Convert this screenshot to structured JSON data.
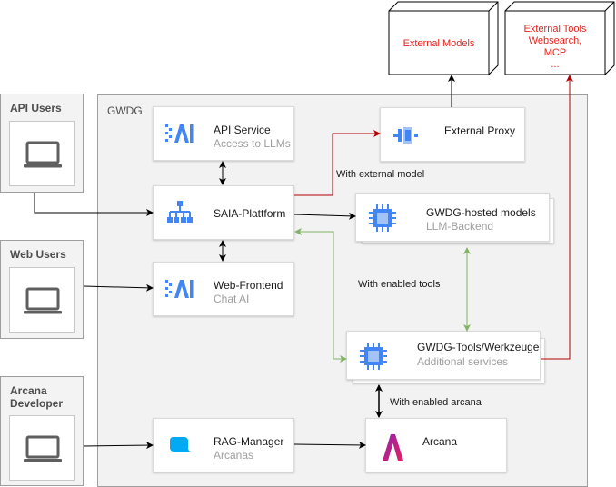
{
  "actors": {
    "api": {
      "label": "API Users"
    },
    "web": {
      "label": "Web Users"
    },
    "arcana": {
      "label": "Arcana Developer"
    }
  },
  "region": {
    "label": "GWDG"
  },
  "external": {
    "models": {
      "label": "External Models"
    },
    "tools": {
      "lines": [
        "External Tools",
        "Websearch,",
        "MCP",
        "..."
      ]
    }
  },
  "nodes": {
    "api_service": {
      "title": "API Service",
      "subtitle": "Access to LLMs"
    },
    "saia": {
      "title": "SAIA-Plattform"
    },
    "web_frontend": {
      "title": "Web-Frontend",
      "subtitle": "Chat AI"
    },
    "rag": {
      "title": "RAG-Manager",
      "subtitle": "Arcanas"
    },
    "proxy": {
      "title": "External Proxy"
    },
    "hosted": {
      "title": "GWDG-hosted models",
      "subtitle": "LLM-Backend"
    },
    "tools": {
      "title": "GWDG-Tools/Werkzeuge",
      "subtitle": "Additional services"
    },
    "arcana": {
      "title": "Arcana"
    }
  },
  "edge_labels": {
    "external_model": "With external model",
    "enabled_tools": "With enabled tools",
    "enabled_arcana": "With enabled arcana"
  },
  "colors": {
    "red_edge": "#b20000",
    "green_edge": "#82b366",
    "black_edge": "#000000",
    "icon_blue": "#4285f4",
    "external_text": "#e8231c"
  }
}
